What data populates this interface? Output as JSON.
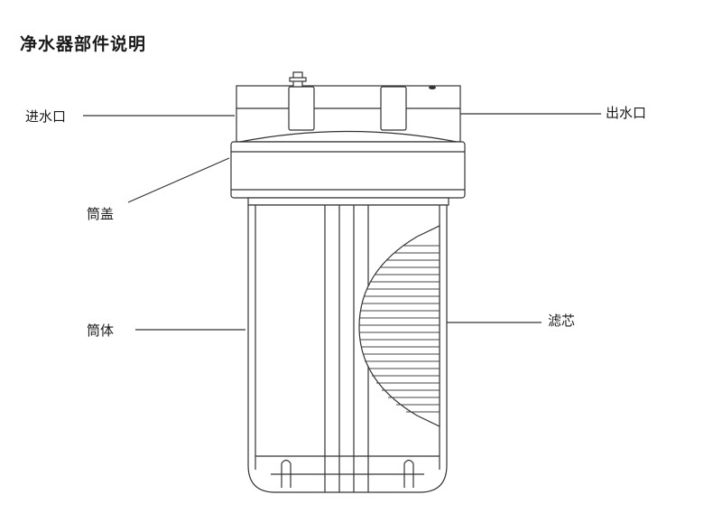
{
  "title": "净水器部件说明",
  "labels": {
    "inlet": "进水口",
    "outlet": "出水口",
    "cap": "筒盖",
    "body": "筒体",
    "core": "滤芯"
  }
}
